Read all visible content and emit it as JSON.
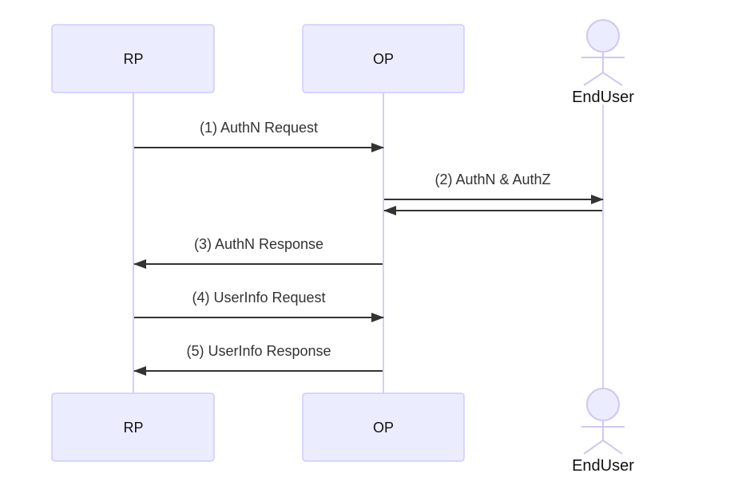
{
  "diagram": {
    "type": "sequence",
    "participants": [
      {
        "id": "rp",
        "label": "RP",
        "kind": "box"
      },
      {
        "id": "op",
        "label": "OP",
        "kind": "box"
      },
      {
        "id": "enduser",
        "label": "EndUser",
        "kind": "actor"
      }
    ],
    "messages": [
      {
        "seq": 1,
        "label": "(1) AuthN Request",
        "from": "RP",
        "to": "OP",
        "direction": "right"
      },
      {
        "seq": 2,
        "label": "(2) AuthN & AuthZ",
        "from": "OP",
        "to": "EndUser",
        "direction": "both"
      },
      {
        "seq": 3,
        "label": "(3) AuthN Response",
        "from": "OP",
        "to": "RP",
        "direction": "left"
      },
      {
        "seq": 4,
        "label": "(4) UserInfo Request",
        "from": "RP",
        "to": "OP",
        "direction": "right"
      },
      {
        "seq": 5,
        "label": "(5) UserInfo Response",
        "from": "OP",
        "to": "RP",
        "direction": "left"
      }
    ],
    "colors": {
      "participant_fill": "#ECECFF",
      "participant_border": "#CCCCFF",
      "lifeline": "#D5CFF3",
      "actor_figure": "#CFC7F0",
      "message_line": "#333333",
      "message_text": "#333333",
      "label_text": "#111111",
      "background": "#FFFFFF"
    }
  }
}
